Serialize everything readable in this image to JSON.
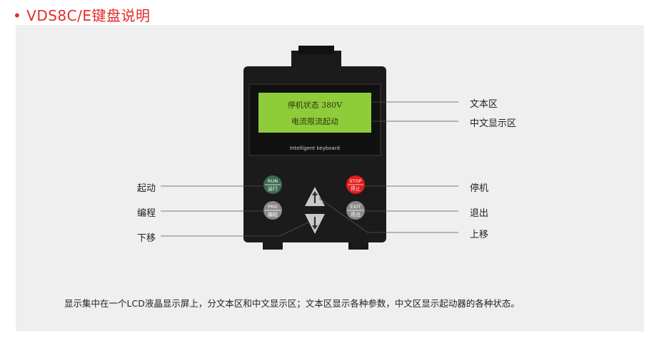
{
  "title": "• VDS8C/E键盘说明",
  "lcd": {
    "line1": "停机状态  380V",
    "line2": "电流限流起动"
  },
  "brand": "Intelligent keyboard",
  "keys": {
    "run": {
      "top": "RUN",
      "bottom": "运行"
    },
    "prg": {
      "top": "PRG",
      "bottom": "编程"
    },
    "stop": {
      "top": "STOP",
      "bottom": "停止"
    },
    "exit": {
      "top": "EXIT",
      "bottom": "退出"
    }
  },
  "labels": {
    "text_area": "文本区",
    "chinese_area": "中文显示区",
    "start": "起动",
    "program": "编程",
    "down": "下移",
    "stop": "停机",
    "exit": "退出",
    "up": "上移"
  },
  "caption": "显示集中在一个LCD液晶显示屏上，分文本区和中文显示区；文本区显示各种参数，中文区显示起动器的各种状态。",
  "colors": {
    "title": "#e52a2a",
    "lcd": "#8fcc3a",
    "run": "#3a6a50",
    "stop": "#e31b1b",
    "gray_key": "#8a8a8a"
  }
}
